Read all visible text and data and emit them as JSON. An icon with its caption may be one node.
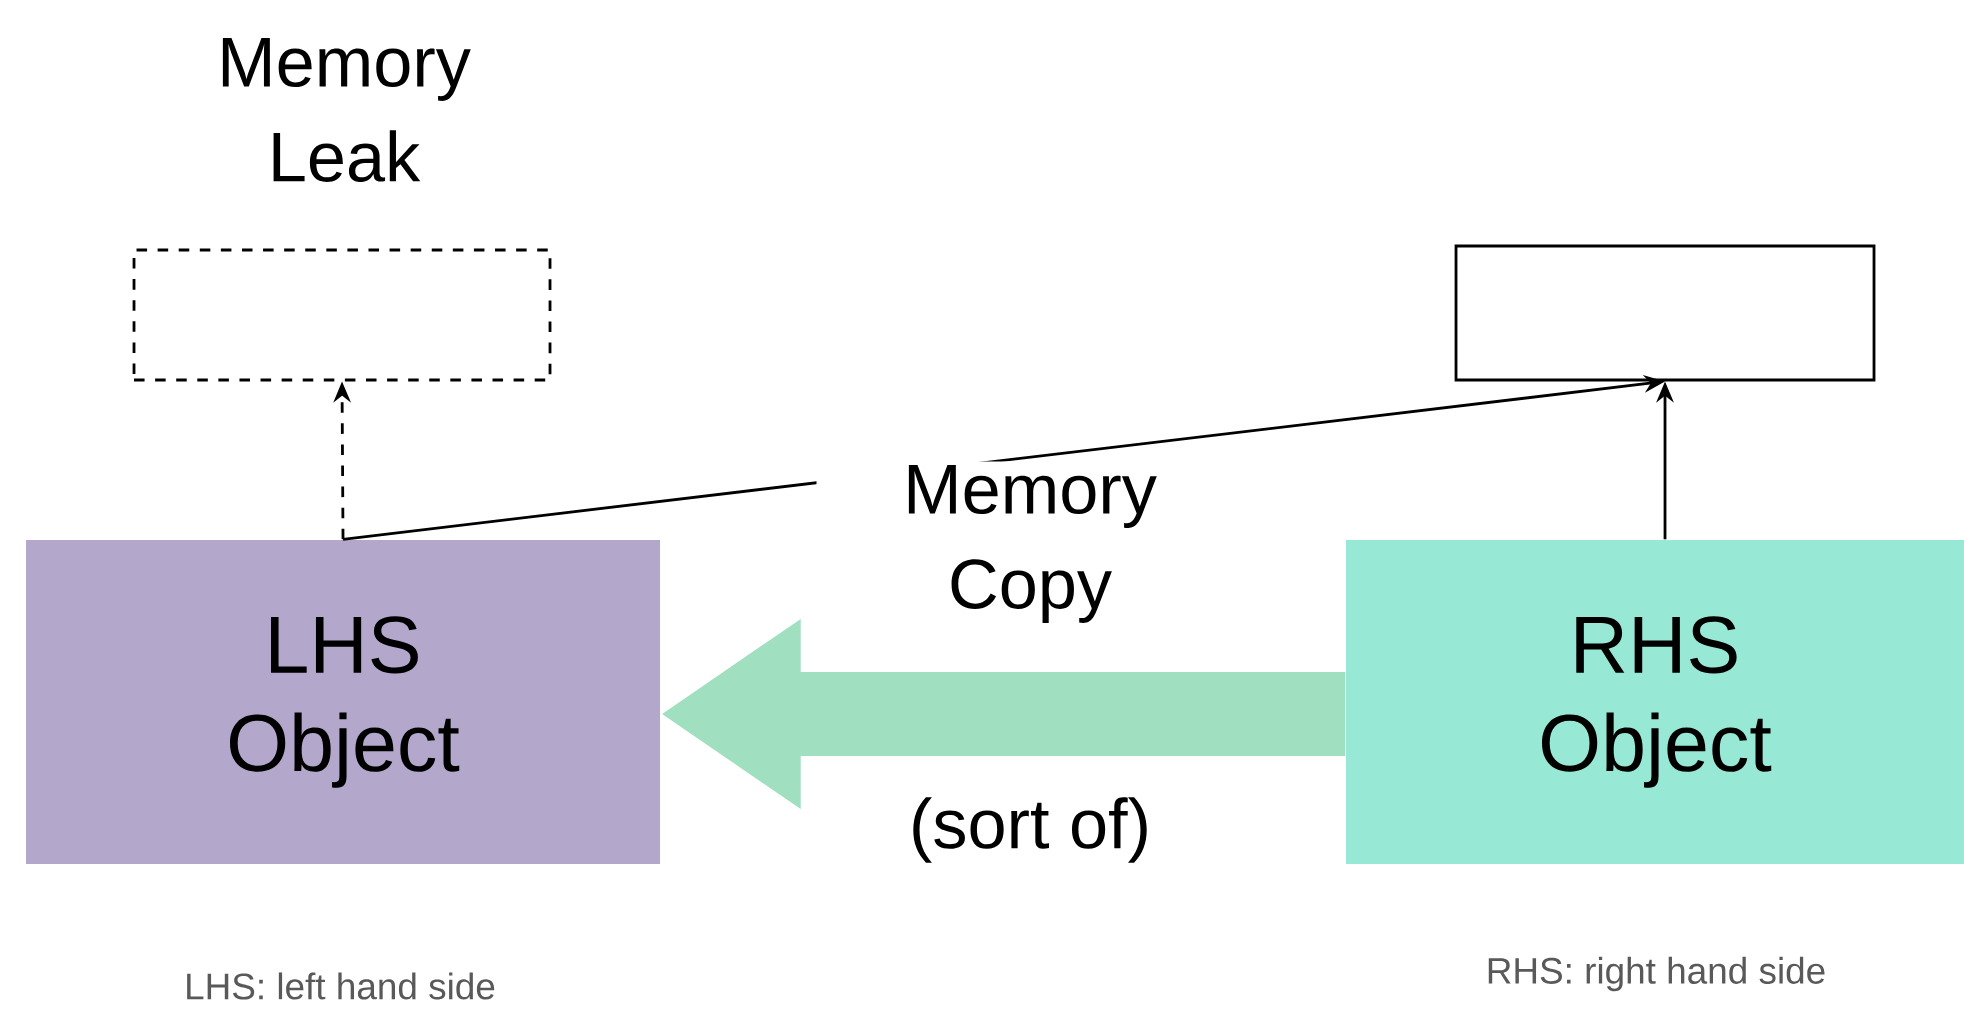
{
  "diagram": {
    "nodes": [
      {
        "text": [
          "Memory Leak"
        ]
      },
      {
        "text": [],
        "shape": "box"
      },
      {
        "text": [
          "LHS Object"
        ],
        "beside": [
          "LHS: left hand side"
        ]
      },
      {
        "text": [
          "RHS Object"
        ],
        "beside": [
          "RHS: right hand side"
        ]
      }
    ],
    "edges": [
      {
        "from": 2,
        "to": 0,
        "arrow": "to",
        "style": "dashed"
      },
      {
        "from": 2,
        "to": 1,
        "arrow": "to"
      },
      {
        "from": 3,
        "to": 1,
        "arrow": "to"
      },
      {
        "from": 3,
        "to": 2,
        "arrow": "to",
        "style": "thick",
        "color": "#a0dfc0",
        "label": "Memory Copy"
      }
    ],
    "labels": [
      "(sort of)"
    ]
  }
}
